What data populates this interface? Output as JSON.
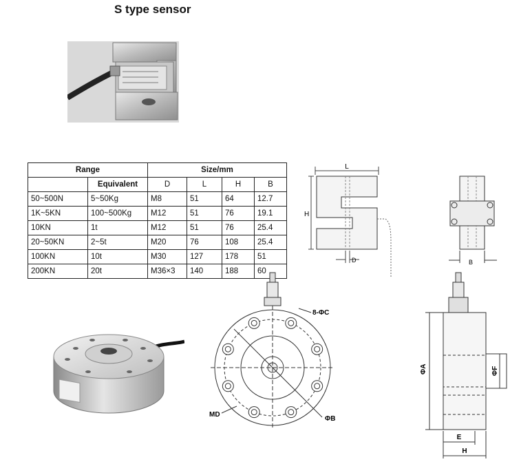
{
  "title": "S type sensor",
  "table": {
    "range_header": "Range",
    "size_header": "Size/mm",
    "sub_headers": [
      "",
      "Equivalent",
      "D",
      "L",
      "H",
      "B"
    ],
    "rows": [
      [
        "50~500N",
        "5~50Kg",
        "M8",
        "51",
        "64",
        "12.7"
      ],
      [
        "1K~5KN",
        "100~500Kg",
        "M12",
        "51",
        "76",
        "19.1"
      ],
      [
        "10KN",
        "1t",
        "M12",
        "51",
        "76",
        "25.4"
      ],
      [
        "20~50KN",
        "2~5t",
        "M20",
        "76",
        "108",
        "25.4"
      ],
      [
        "100KN",
        "10t",
        "M30",
        "127",
        "178",
        "51"
      ],
      [
        "200KN",
        "20t",
        "M36×3",
        "140",
        "188",
        "60"
      ]
    ]
  },
  "s_drawing": {
    "label_L": "L",
    "label_H": "H",
    "label_D": "D",
    "label_B": "B"
  },
  "wheel_drawing": {
    "label_holes": "8-ΦC",
    "label_MD": "MD",
    "label_PhiB": "ΦB",
    "label_PhiA": "ΦA",
    "label_PhiF": "ΦF",
    "label_E": "E",
    "label_H": "H"
  }
}
